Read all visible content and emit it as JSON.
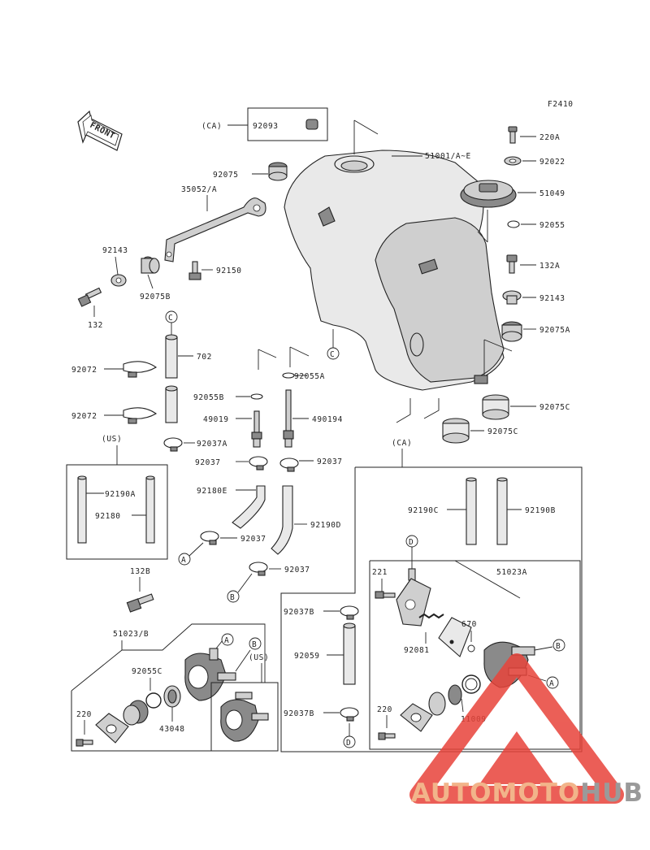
{
  "figure_code": "F2410",
  "front_label": "FRONT",
  "brand": {
    "part1": "AUTOMOTO",
    "part2": "HUB",
    "color_accent": "#e8433a",
    "color_gray": "#9a9a9a"
  },
  "callouts": {
    "c92093": "92093",
    "ca_top": "(CA)",
    "c51001": "51001/A~E",
    "c220A": "220A",
    "c92022": "92022",
    "c51049": "51049",
    "c92055": "92055",
    "c132A": "132A",
    "c92143r": "92143",
    "c92075A": "92075A",
    "c92075": "92075",
    "c35052": "35052/A",
    "c92143l": "92143",
    "c92150": "92150",
    "c92075B": "92075B",
    "c132": "132",
    "c702": "702",
    "c92072a": "92072",
    "c92072b": "92072",
    "c92055A": "92055A",
    "c92055B": "92055B",
    "c49019": "49019",
    "c490194": "490194",
    "c92037A": "92037A",
    "c92037l": "92037",
    "c92037r": "92037",
    "c92075C1": "92075C",
    "c92075C2": "92075C",
    "us_group": "(US)",
    "c92190A": "92190A",
    "c92180": "92180",
    "c92180E": "92180E",
    "c92190D": "92190D",
    "c92037m": "92037",
    "c92037n": "92037",
    "ca_group": "(CA)",
    "c92190C": "92190C",
    "c92190B": "92190B",
    "c132B": "132B",
    "c51023B": "51023/B",
    "c92055C": "92055C",
    "c43048": "43048",
    "c220l": "220",
    "us_small": "(US)",
    "c92037B1": "92037B",
    "c92059": "92059",
    "c92037B2": "92037B",
    "c221": "221",
    "c51023A": "51023A",
    "c670": "670",
    "c92081": "92081",
    "c11009": "11009",
    "c220r": "220"
  },
  "ref_letters": {
    "C": "C",
    "C2": "C",
    "A1": "A",
    "B1": "B",
    "A2": "A",
    "B2": "B",
    "D1": "D",
    "D2": "D",
    "B3": "B",
    "A3": "A"
  }
}
